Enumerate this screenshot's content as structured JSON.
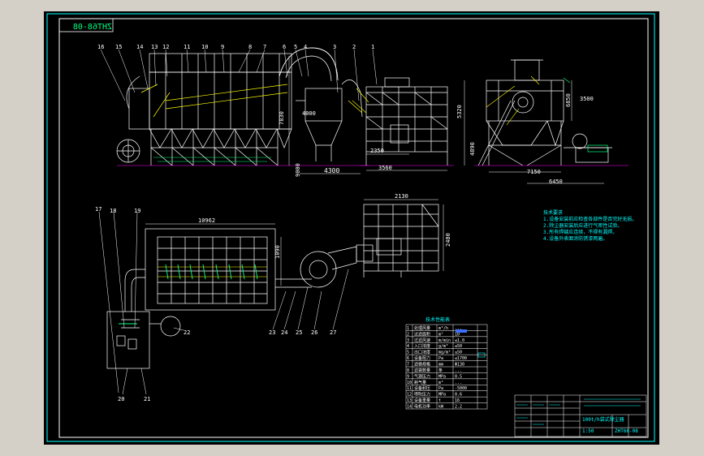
{
  "drawing": {
    "code_mirrored": "ZHT68-08",
    "colors": {
      "frame": "#00ffff",
      "lines": "#ffffff",
      "accent": "#ffff00",
      "dims": "#00ff7f",
      "magenta": "#ff00ff",
      "blue": "#3f6fff"
    },
    "part_numbers_top": [
      "16",
      "15",
      "14",
      "13",
      "12",
      "11",
      "10",
      "9",
      "8",
      "7",
      "6",
      "5",
      "4",
      "3",
      "2",
      "1"
    ],
    "part_numbers_bottom": [
      "17",
      "18",
      "19",
      "20",
      "21",
      "22",
      "23",
      "24",
      "25",
      "26",
      "27"
    ],
    "dimensions": {
      "front_height": "7830",
      "front_width_1": "4300",
      "front_small_1": "2350",
      "front_small_2": "3560",
      "front_small_3": "9000",
      "front_small_4": "4000",
      "side_height": "5320",
      "side_height_2": "4890",
      "side_width": "7150",
      "side_width_2": "6450",
      "side_dim_3": "3500",
      "side_dim_4": "6850",
      "plan_width": "10962",
      "plan_side": "1090",
      "hopper_width": "2130",
      "hopper_height": "2480"
    },
    "table_title": "技术性能表",
    "table_rows": [
      {
        "n": "1",
        "name": "处理风量",
        "unit": "m³/h",
        "value": "..."
      },
      {
        "n": "2",
        "name": "过滤面积",
        "unit": "m²",
        "value": "10"
      },
      {
        "n": "3",
        "name": "过滤风速",
        "unit": "m/min",
        "value": "≤1.0"
      },
      {
        "n": "4",
        "name": "入口浓度",
        "unit": "g/m³",
        "value": "≤50"
      },
      {
        "n": "5",
        "name": "出口浓度",
        "unit": "mg/m³",
        "value": "≤50"
      },
      {
        "n": "6",
        "name": "设备阻力",
        "unit": "Pa",
        "value": "≤1700"
      },
      {
        "n": "7",
        "name": "滤袋规格",
        "unit": "mm",
        "value": "Φ130"
      },
      {
        "n": "8",
        "name": "滤袋数量",
        "unit": "条",
        "value": "..."
      },
      {
        "n": "9",
        "name": "气源压力",
        "unit": "MPa",
        "value": "0.5"
      },
      {
        "n": "10",
        "name": "耗气量",
        "unit": "m³",
        "value": "..."
      },
      {
        "n": "11",
        "name": "设备耐压",
        "unit": "Pa",
        "value": "-5000"
      },
      {
        "n": "12",
        "name": "喷吹压力",
        "unit": "MPa",
        "value": "0.6"
      },
      {
        "n": "13",
        "name": "设备重量",
        "unit": "t",
        "value": "16"
      },
      {
        "n": "14",
        "name": "电机功率",
        "unit": "kW",
        "value": "2.2"
      }
    ],
    "notes": [
      "技术要求",
      "1.设备安装前应检查各部件是否完好无损。",
      "2.除尘器安装后应进行气密性试验。",
      "3.所有焊缝应连续，不得有漏焊。",
      "4.设备外表面涂防锈漆两遍。"
    ],
    "title_block": {
      "drawing_title": "100t/h袋式除尘器",
      "code": "ZHT68-08",
      "scale": "1:50"
    }
  }
}
